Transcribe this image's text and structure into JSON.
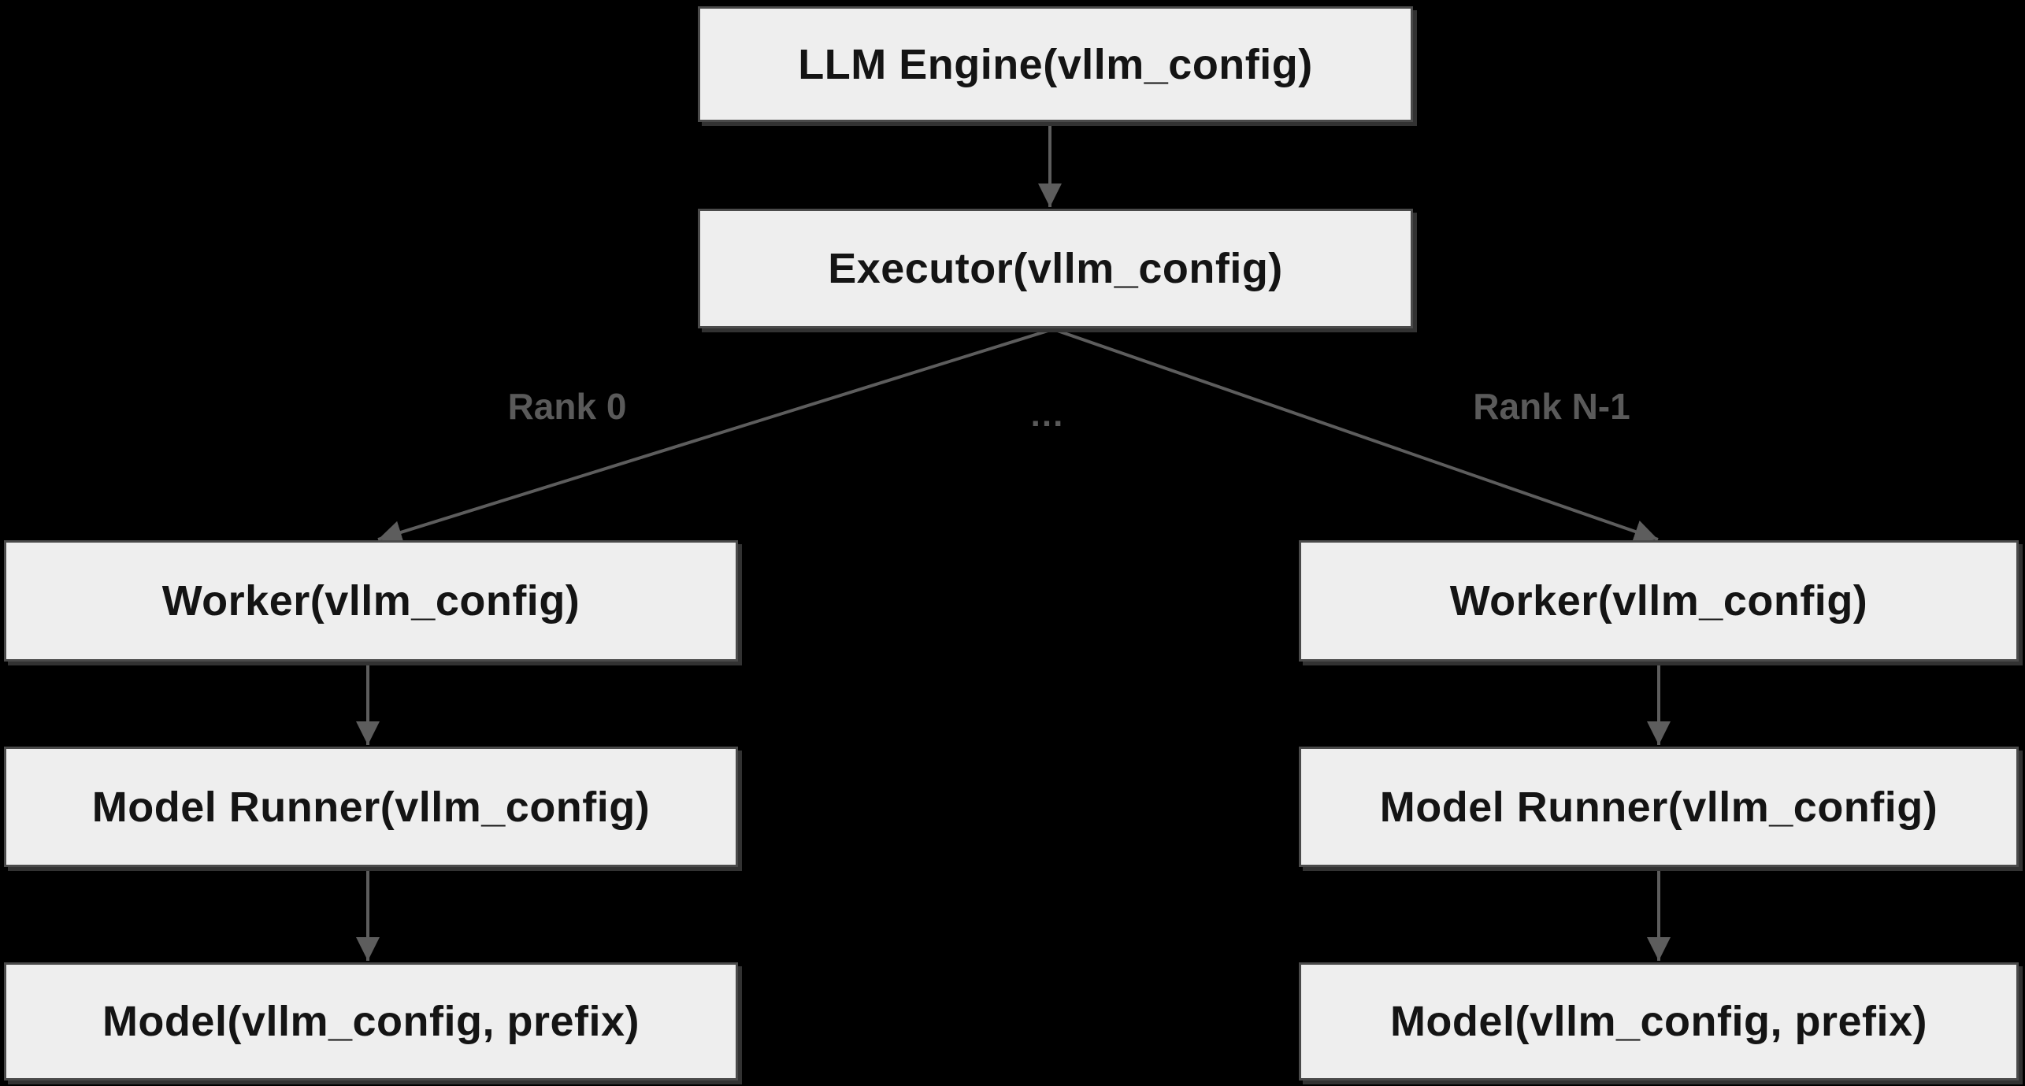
{
  "diagram": {
    "title_semantic": "vllm-architecture-flowchart",
    "colors": {
      "background": "#000000",
      "node_fill": "#eeeeee",
      "node_border": "#4a4a4a",
      "node_text": "#141414",
      "edge_line": "#5d5d5d",
      "edge_label_text": "#5a5a5a"
    },
    "nodes": {
      "llm_engine": {
        "label": "LLM Engine(vllm_config)"
      },
      "executor": {
        "label": "Executor(vllm_config)"
      },
      "worker_left": {
        "label": "Worker(vllm_config)"
      },
      "worker_right": {
        "label": "Worker(vllm_config)"
      },
      "model_runner_left": {
        "label": "Model Runner(vllm_config)"
      },
      "model_runner_right": {
        "label": "Model Runner(vllm_config)"
      },
      "model_left": {
        "label": "Model(vllm_config, prefix)"
      },
      "model_right": {
        "label": "Model(vllm_config, prefix)"
      }
    },
    "edge_labels": {
      "rank0": "Rank 0",
      "ellipsis": "...",
      "rank_n_minus_1": "Rank N-1"
    }
  }
}
